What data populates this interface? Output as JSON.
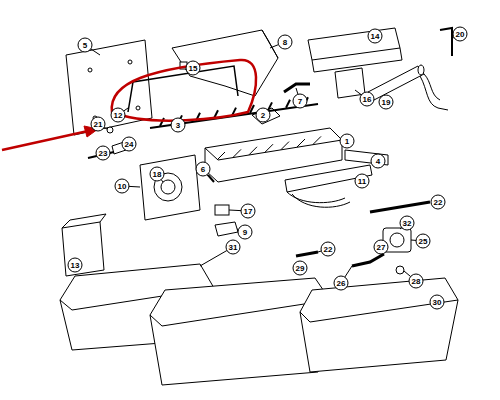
{
  "diagram": {
    "labels": [
      "5",
      "15",
      "8",
      "14",
      "20",
      "7",
      "16",
      "12",
      "3",
      "2",
      "19",
      "21",
      "24",
      "23",
      "1",
      "6",
      "4",
      "10",
      "18",
      "17",
      "11",
      "9",
      "22",
      "32",
      "22",
      "13",
      "27",
      "25",
      "26",
      "28",
      "31",
      "29",
      "30"
    ]
  }
}
